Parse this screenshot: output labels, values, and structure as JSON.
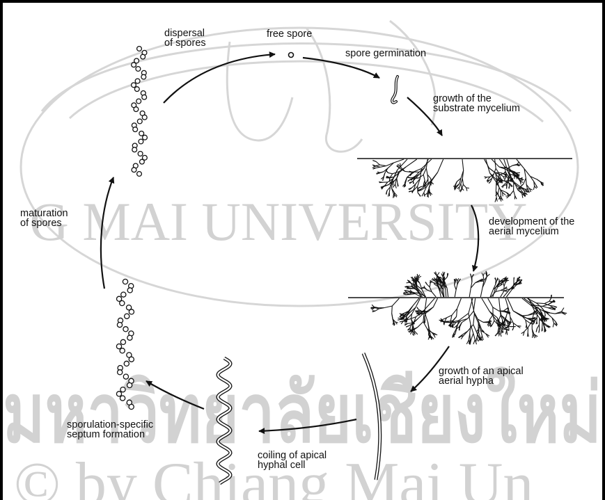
{
  "labels": {
    "free_spore": "free spore",
    "dispersal_of_spores": "dispersal\nof spores",
    "spore_germination": "spore germination",
    "growth_substrate": "growth of the\nsubstrate mycelium",
    "development_aerial": "development of the\naerial mycelium",
    "growth_apical": "growth of an apical\naerial hypha",
    "coiling": "coiling of apical\nhyphal cell",
    "sporulation": "sporulation-specific\nseptum formation",
    "maturation": "maturation\nof spores"
  },
  "watermark": {
    "arc_text": "G MAI UNIVERSITY",
    "thai_text": "มหาวิทยาลัยเชียงใหม่",
    "copyright_text": "© by Chiang Mai Un"
  },
  "colors": {
    "ink": "#111111",
    "watermark": "#d2d2d2",
    "background": "#ffffff"
  }
}
